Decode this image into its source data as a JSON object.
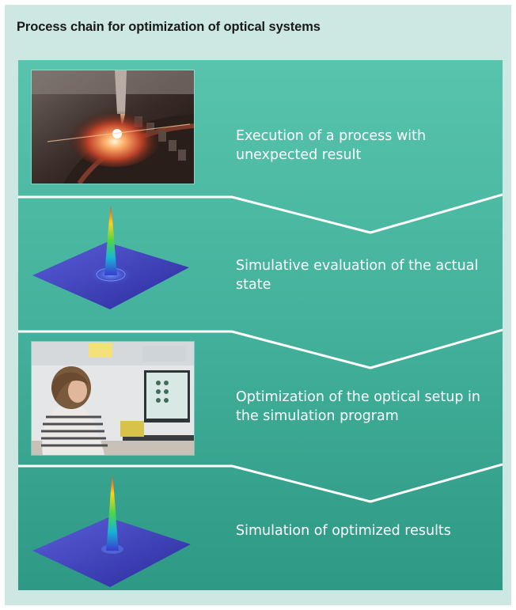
{
  "title": "Process chain for optimization of optical systems",
  "colors": {
    "page_background": "#cde8e2",
    "panel_top": "#52bfa8",
    "panel_bottom": "#2f9c88",
    "divider": "#ffffff",
    "text": "#ffffff"
  },
  "steps": [
    {
      "label": "Execution of a process with unexpected result",
      "image": "laser-processing-photo"
    },
    {
      "label": "Simulative evaluation of the actual state",
      "image": "beam-profile-plot-actual"
    },
    {
      "label": "Optimization of the optical setup in the simulation program",
      "image": "simulation-workstation-photo"
    },
    {
      "label": "Simulation of optimized results",
      "image": "beam-profile-plot-optimized"
    }
  ]
}
